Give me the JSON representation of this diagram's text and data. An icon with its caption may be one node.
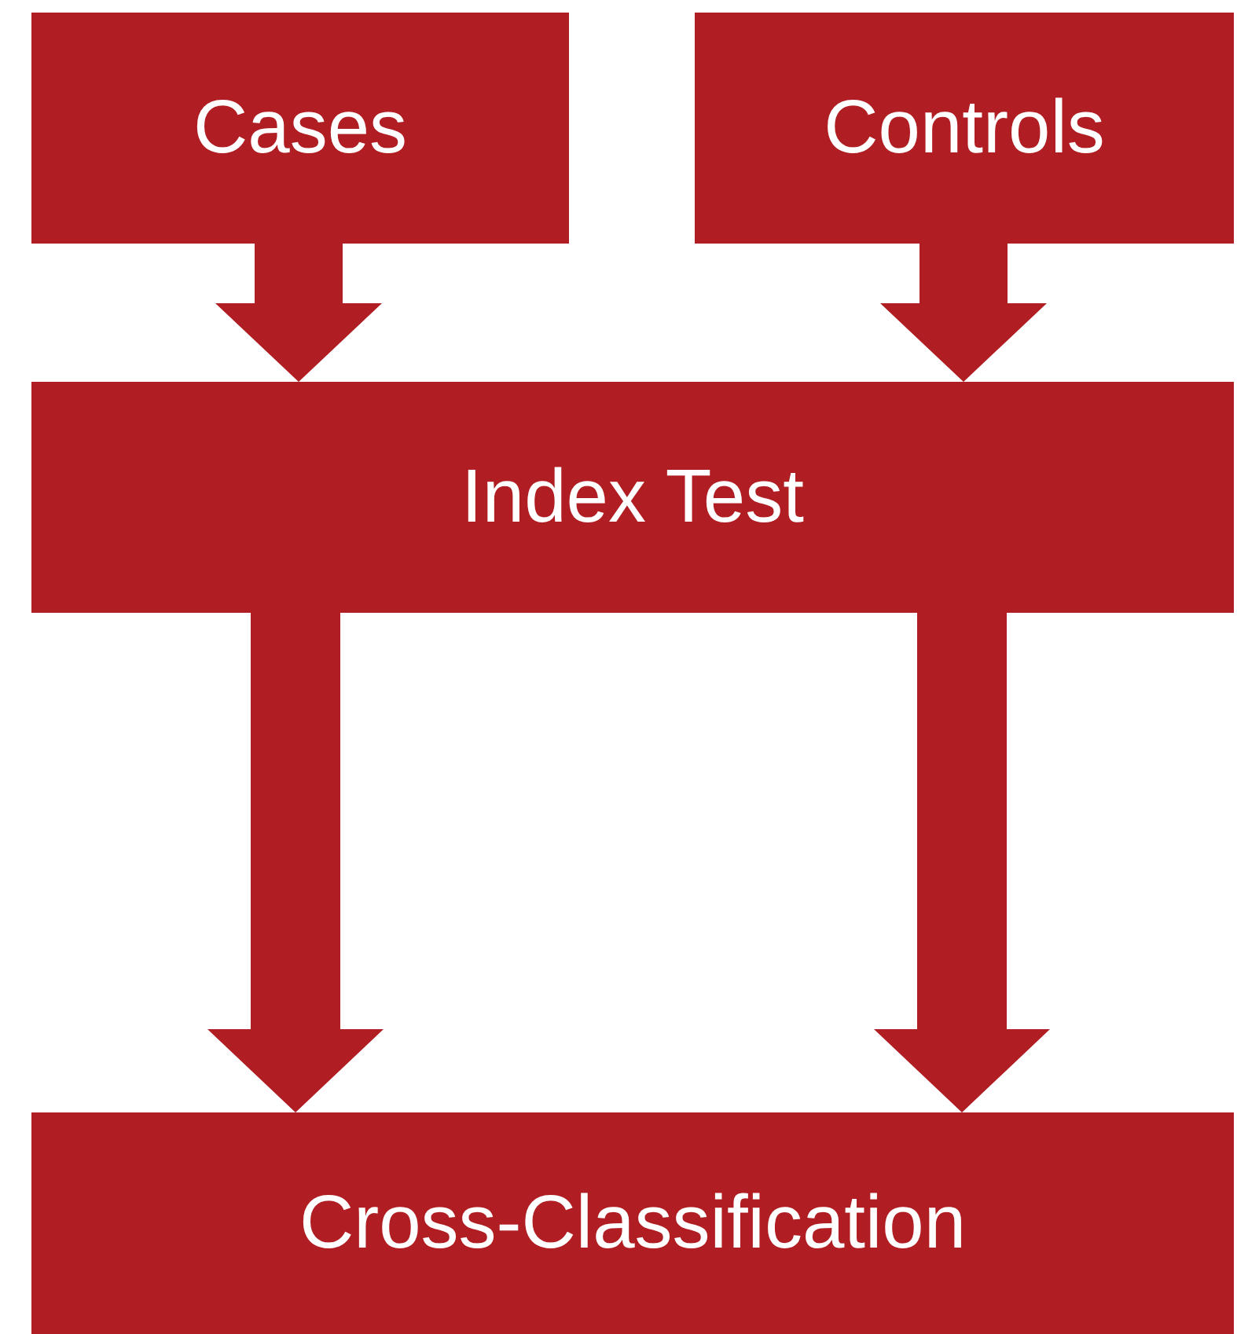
{
  "diagram": {
    "nodes": [
      {
        "text": [
          "Cases"
        ]
      },
      {
        "text": [
          "Controls"
        ]
      },
      {
        "text": [
          "Index Test"
        ]
      },
      {
        "text": [
          "Cross-Classification"
        ]
      }
    ],
    "edges": [
      {
        "from": 0,
        "to": 2,
        "arrow": "to"
      },
      {
        "from": 1,
        "to": 2,
        "arrow": "to"
      },
      {
        "from": 2,
        "to": 3,
        "arrow": "to"
      },
      {
        "from": 2,
        "to": 3,
        "arrow": "to"
      }
    ]
  }
}
